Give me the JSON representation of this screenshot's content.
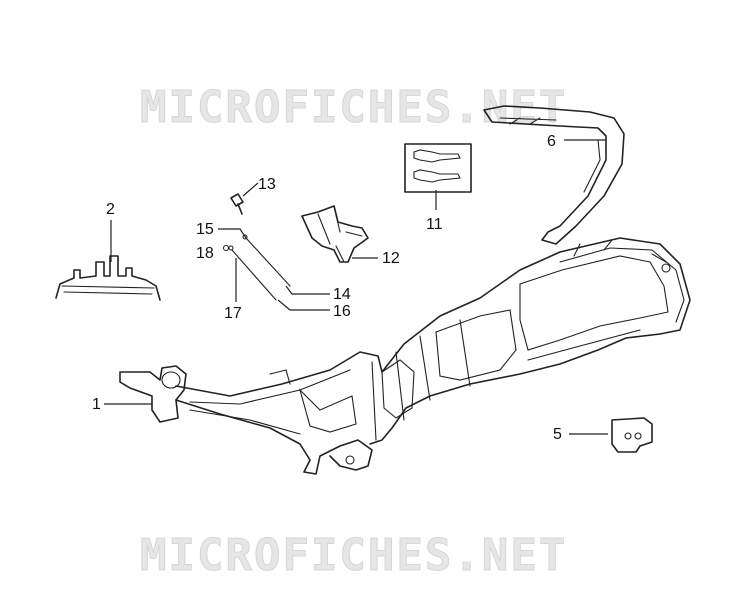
{
  "watermark": {
    "top": "MICROFICHES.NET",
    "bottom": "MICROFICHES.NET"
  },
  "labels": {
    "p1": "1",
    "p2": "2",
    "p5": "5",
    "p6": "6",
    "p11": "11",
    "p12": "12",
    "p13": "13",
    "p14": "14",
    "p15": "15",
    "p16": "16",
    "p17": "17",
    "p18": "18"
  }
}
